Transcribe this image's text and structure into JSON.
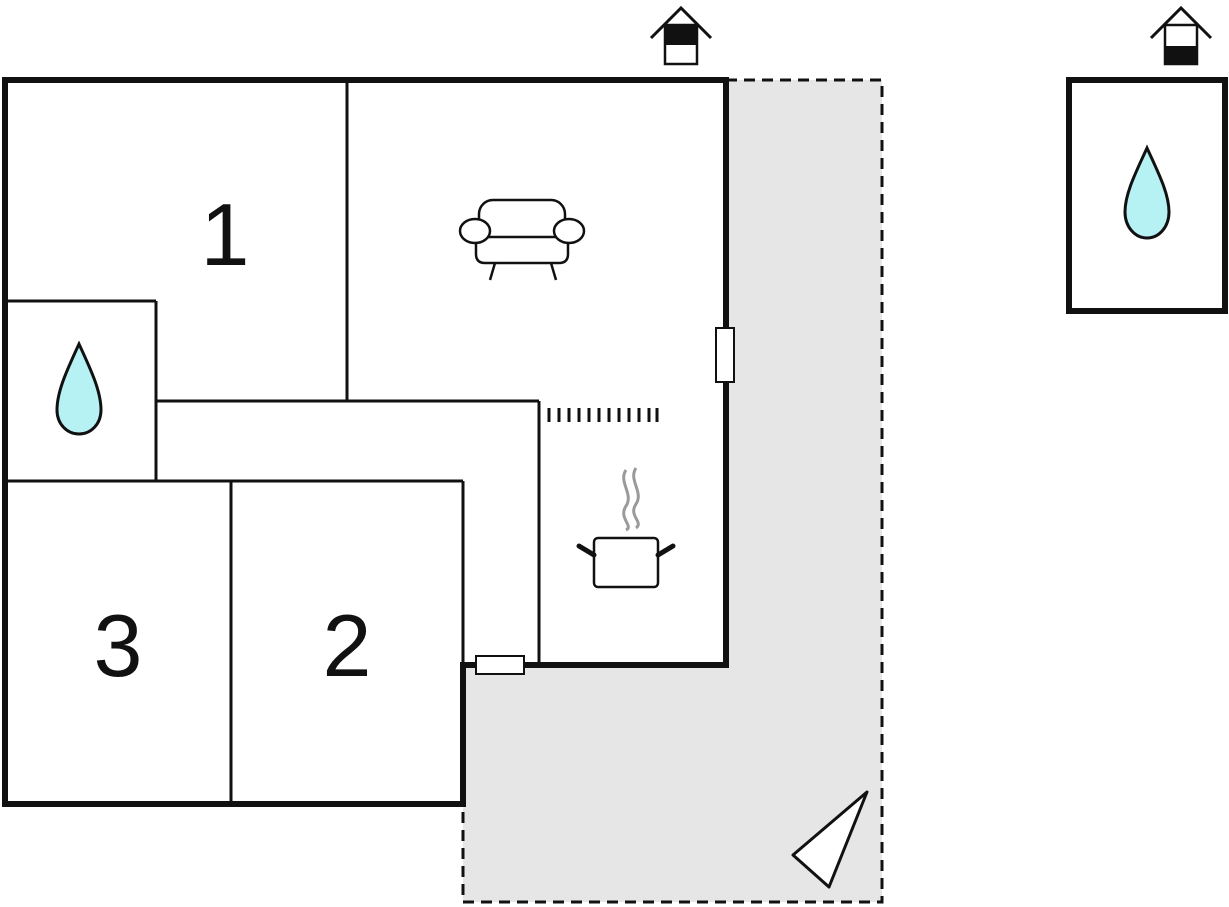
{
  "rooms": [
    {
      "id": "bedroom-1",
      "number": "1"
    },
    {
      "id": "bedroom-2",
      "number": "2"
    },
    {
      "id": "bedroom-3",
      "number": "3"
    }
  ],
  "icons": {
    "bathroom": "water-drop-icon",
    "living_room": "sofa-icon",
    "kitchen": "cooking-pot-icon",
    "heater": "radiator-icon",
    "floor_level_main": "floor-level-icon",
    "floor_level_annex": "floor-level-icon",
    "annex": "water-drop-icon",
    "terrace": "wedge-icon"
  },
  "colors": {
    "wall": "#111111",
    "terrace_fill": "#e6e6e6",
    "water": "#b6f2f4",
    "steam": "#9a9a9a",
    "background": "#ffffff"
  }
}
